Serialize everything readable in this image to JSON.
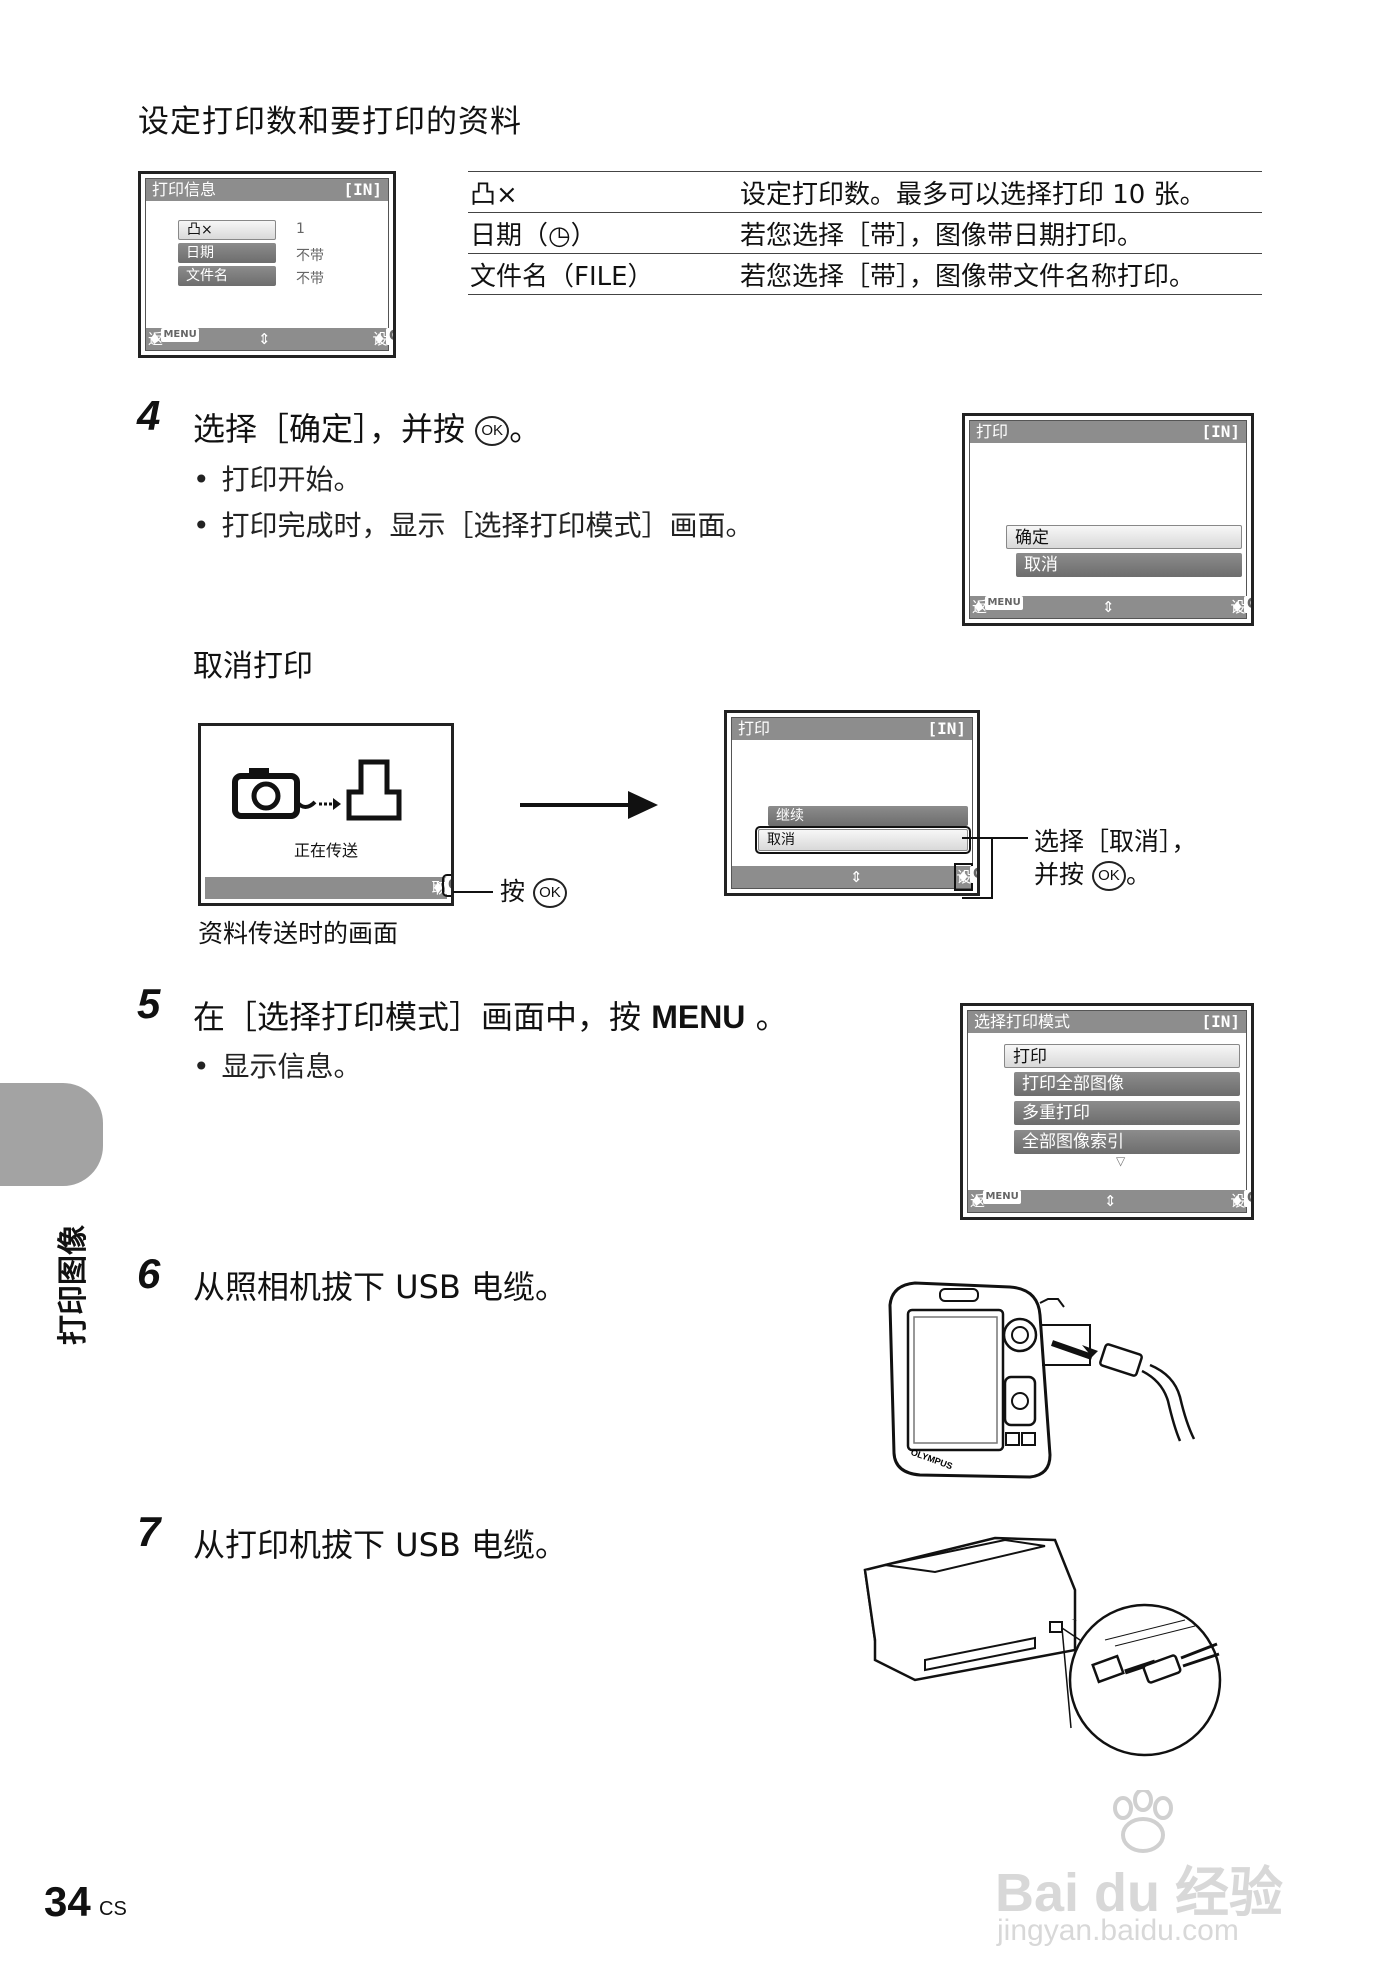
{
  "section": {
    "title": "设定打印数和要打印的资料"
  },
  "print_info_screen": {
    "header_title": "打印信息",
    "mode": "[IN]",
    "rows": [
      {
        "label": "凸×",
        "value": "1"
      },
      {
        "label": "日期",
        "value": "不带"
      },
      {
        "label": "文件名",
        "value": "不带"
      }
    ],
    "footer_back": "返回",
    "footer_set": "设定",
    "menu_key": "MENU",
    "ok_key": "OK"
  },
  "info_table": [
    {
      "key": "凸×",
      "desc": "设定打印数。最多可以选择打印 10 张。"
    },
    {
      "key": "日期（◷）",
      "desc": "若您选择［带］，图像带日期打印。"
    },
    {
      "key": "文件名（FILE）",
      "desc": "若您选择［带］，图像带文件名称打印。"
    }
  ],
  "step4": {
    "number": "4",
    "text_before": "选择［确定］，并按",
    "text_after": "。",
    "ok_symbol": "OK",
    "bullets": [
      "打印开始。",
      "打印完成时，显示［选择打印模式］画面。"
    ]
  },
  "print_screen": {
    "header_title": "打印",
    "mode": "[IN]",
    "items": [
      "确定",
      "取消"
    ],
    "footer_back": "返回",
    "footer_set": "设定",
    "menu_key": "MENU",
    "ok_key": "OK"
  },
  "cancel_print": {
    "title": "取消打印",
    "transfer_screen": {
      "status": "正在传送",
      "cancel": "取消",
      "ok_key": "OK"
    },
    "press_label": "按",
    "caption": "资料传送时的画面",
    "after_screen": {
      "header_title": "打印",
      "mode": "[IN]",
      "items": [
        "继续",
        "取消"
      ],
      "footer_set": "设定",
      "ok_key": "OK"
    },
    "callout_line1": "选择［取消］，",
    "callout_line2": "并按",
    "callout_end": "。"
  },
  "step5": {
    "number": "5",
    "text": "在［选择打印模式］画面中，按",
    "key": "MENU",
    "text_after": "。",
    "bullets": [
      "显示信息。"
    ]
  },
  "mode_screen": {
    "header_title": "选择打印模式",
    "mode": "[IN]",
    "items": [
      "打印",
      "打印全部图像",
      "多重打印",
      "全部图像索引"
    ],
    "footer_back": "返回",
    "footer_set": "设定",
    "menu_key": "MENU",
    "ok_key": "OK"
  },
  "step6": {
    "number": "6",
    "text": "从照相机拔下 USB 电缆。",
    "brand": "OLYMPUS"
  },
  "step7": {
    "number": "7",
    "text": "从打印机拔下 USB 电缆。"
  },
  "side_tab": {
    "label": "打印图像"
  },
  "page": {
    "number": "34",
    "lang": "CS"
  },
  "watermark": {
    "line1": "Bai du 经验",
    "line2": "jingyan.baidu.com"
  }
}
